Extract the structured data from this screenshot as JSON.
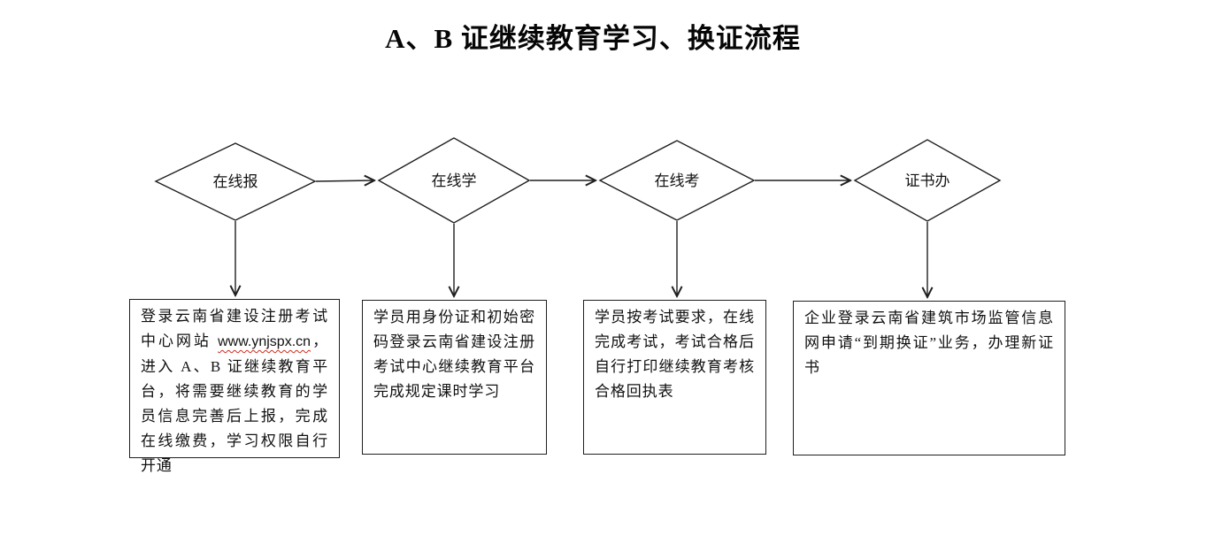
{
  "title": "A、B 证继续教育学习、换证流程",
  "colors": {
    "line": "#1f1f1f",
    "text": "#111111",
    "background": "#ffffff",
    "spellcheck_wavy_underline": "#cc2a1e"
  },
  "steps": [
    {
      "diamond_label": "在线报",
      "description": {
        "text_before_link": "登录云南省建设注册考试中心网站 ",
        "link_text": "www.ynjspx.cn",
        "text_after_link": "，进入 A、B 证继续教育平台，将需要继续教育的学员信息完善后上报，完成在线缴费，学习权限自行开通"
      }
    },
    {
      "diamond_label": "在线学",
      "description": {
        "text": "学员用身份证和初始密码登录云南省建设注册考试中心继续教育平台完成规定课时学习"
      }
    },
    {
      "diamond_label": "在线考",
      "description": {
        "text": "学员按考试要求，在线完成考试，考试合格后自行打印继续教育考核合格回执表"
      }
    },
    {
      "diamond_label": "证书办",
      "description": {
        "text": "企业登录云南省建筑市场监管信息网申请“到期换证”业务，办理新证书"
      }
    }
  ]
}
